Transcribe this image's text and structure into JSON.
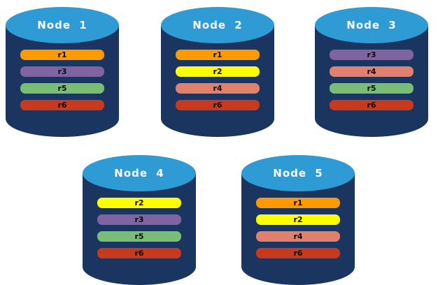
{
  "colors": {
    "cylinder_body": "#1A3560",
    "cylinder_top": "#2E9BD5",
    "r1": "#FF9900",
    "r2": "#FFFF00",
    "r3": "#8064A2",
    "r4": "#E2806E",
    "r5": "#79BE77",
    "r6": "#C93A1C"
  },
  "nodes": [
    {
      "label": "Node 1",
      "rows": [
        {
          "label": "r1",
          "color": "#FF9900"
        },
        {
          "label": "r3",
          "color": "#8064A2"
        },
        {
          "label": "r5",
          "color": "#79BE77"
        },
        {
          "label": "r6",
          "color": "#C93A1C"
        }
      ]
    },
    {
      "label": "Node 2",
      "rows": [
        {
          "label": "r1",
          "color": "#FF9900"
        },
        {
          "label": "r2",
          "color": "#FFFF00"
        },
        {
          "label": "r4",
          "color": "#E2806E"
        },
        {
          "label": "r6",
          "color": "#C93A1C"
        }
      ]
    },
    {
      "label": "Node 3",
      "rows": [
        {
          "label": "r3",
          "color": "#8064A2"
        },
        {
          "label": "r4",
          "color": "#E2806E"
        },
        {
          "label": "r5",
          "color": "#79BE77"
        },
        {
          "label": "r6",
          "color": "#C93A1C"
        }
      ]
    },
    {
      "label": "Node 4",
      "rows": [
        {
          "label": "r2",
          "color": "#FFFF00"
        },
        {
          "label": "r3",
          "color": "#8064A2"
        },
        {
          "label": "r5",
          "color": "#79BE77"
        },
        {
          "label": "r6",
          "color": "#C93A1C"
        }
      ]
    },
    {
      "label": "Node 5",
      "rows": [
        {
          "label": "r1",
          "color": "#FF9900"
        },
        {
          "label": "r2",
          "color": "#FFFF00"
        },
        {
          "label": "r4",
          "color": "#E2806E"
        },
        {
          "label": "r6",
          "color": "#C93A1C"
        }
      ]
    }
  ]
}
